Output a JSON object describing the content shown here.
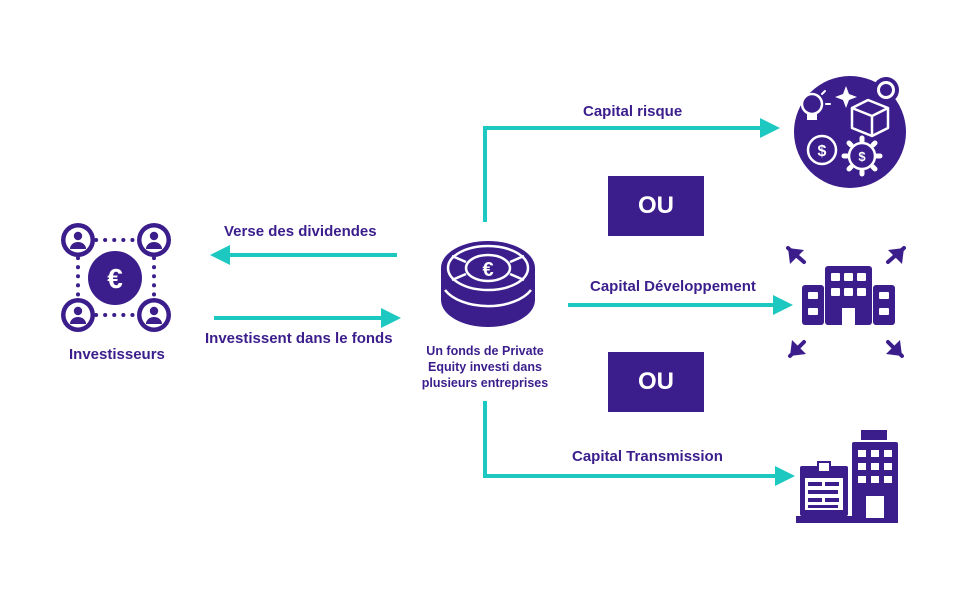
{
  "colors": {
    "primary": "#3b1e8c",
    "accent": "#1cc8c0",
    "background": "#ffffff"
  },
  "labels": {
    "investors": "Investisseurs",
    "dividends": "Verse des dividendes",
    "invest": "Investissent dans le fonds",
    "fund_lines": [
      "Un fonds de Private",
      "Equity investi dans",
      "plusieurs entreprises"
    ],
    "risk_capital": "Capital risque",
    "development_capital": "Capital Développement",
    "transmission_capital": "Capital Transmission",
    "or_1": "OU",
    "or_2": "OU"
  },
  "icons": {
    "investors": "investors-network-euro-icon",
    "fund": "euro-coin-stack-icon",
    "risk": "startup-innovation-icon",
    "development": "building-expansion-icon",
    "transmission": "business-buildings-icon"
  }
}
